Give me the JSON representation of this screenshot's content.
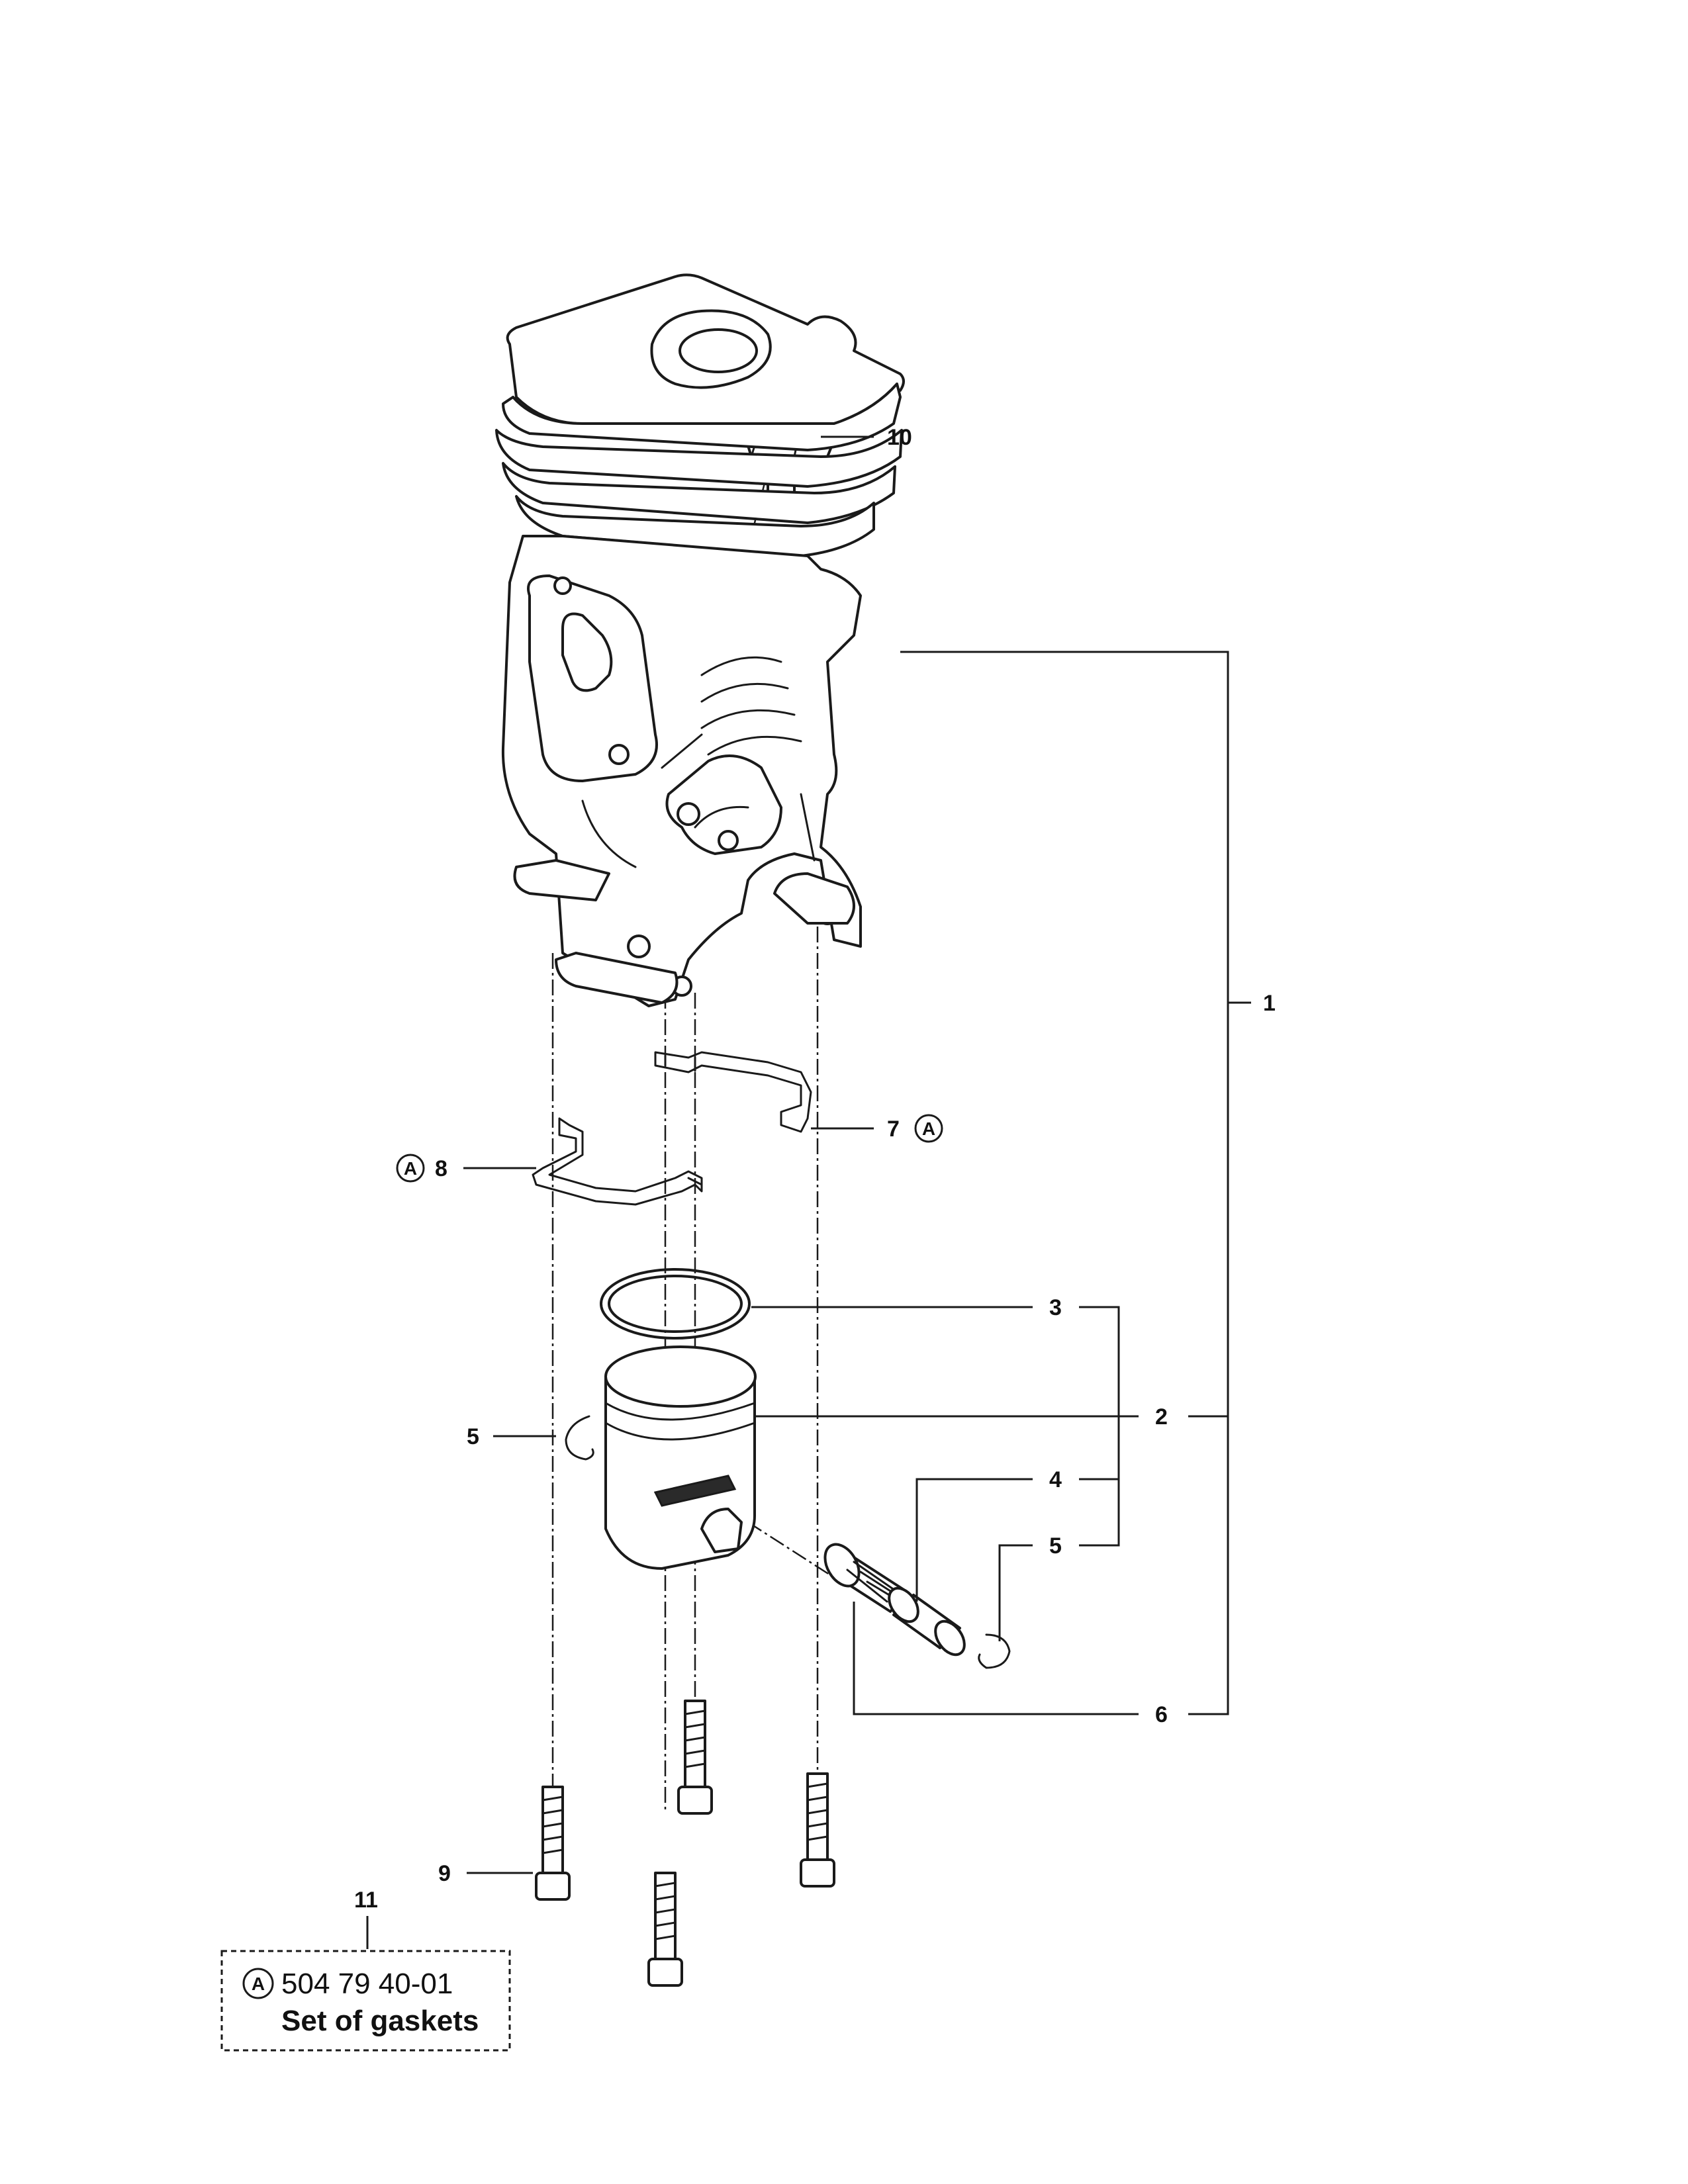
{
  "callouts": {
    "c1": "1",
    "c2": "2",
    "c3": "3",
    "c4": "4",
    "c5_left": "5",
    "c5_right": "5",
    "c6": "6",
    "c7": "7",
    "c8": "8",
    "c9": "9",
    "c10": "10",
    "c11": "11"
  },
  "kit_marker": "A",
  "gasket_kit": {
    "marker": "A",
    "part_number": "504 79 40-01",
    "description": "Set of gaskets"
  }
}
